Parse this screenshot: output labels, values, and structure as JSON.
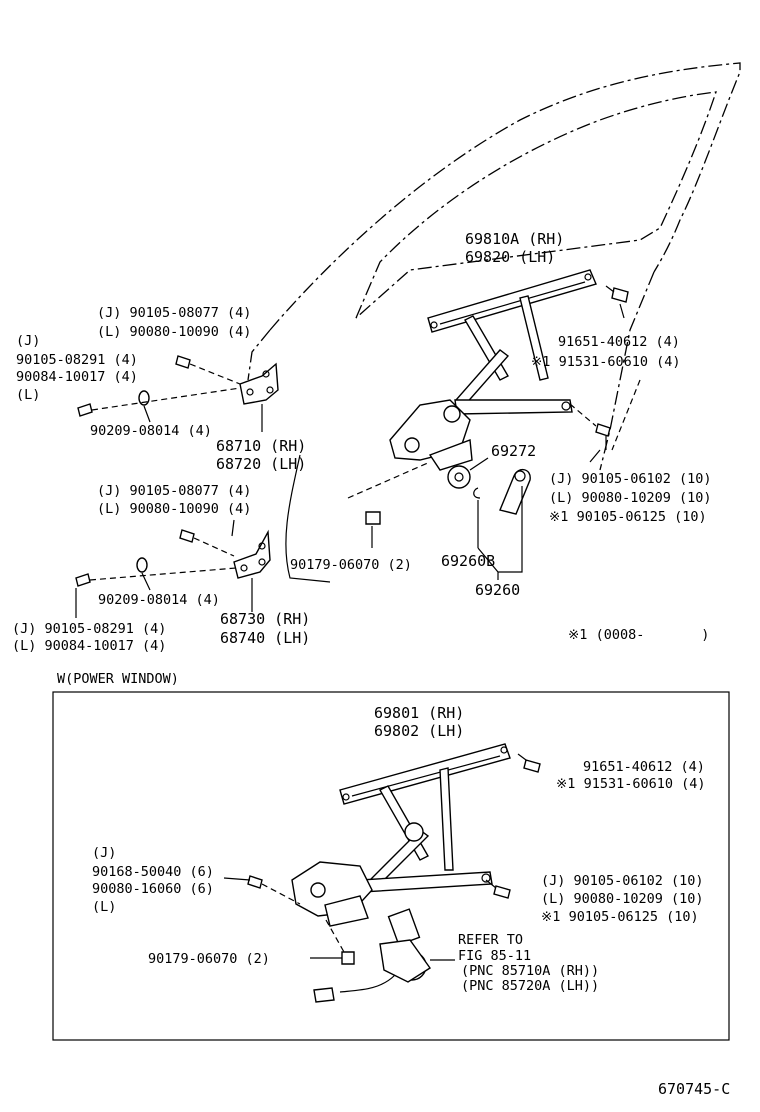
{
  "upper": {
    "regulator": {
      "l1": "69810A (RH)",
      "l2": "69820  (LH)"
    },
    "bolt_right_top": {
      "l1": "91651-40612 (4)",
      "l2": "※1 91531-60610 (4)"
    },
    "bolt_right_mid": {
      "l1": "(J) 90105-06102 (10)",
      "l2": "(L) 90080-10209 (10)",
      "l3": "※1 90105-06125 (10)"
    },
    "gear": "69272",
    "handle": {
      "a": "69260B",
      "b": "69260"
    },
    "upper_hinge_bolts": {
      "l1": "(J) 90105-08077 (4)",
      "l2": "(L) 90080-10090 (4)"
    },
    "left_bolts_upper": {
      "j": "(J)",
      "l1": "90105-08291 (4)",
      "l2": "90084-10017 (4)",
      "l": "(L)"
    },
    "washer_upper": "90209-08014 (4)",
    "hinge_upper": {
      "l1": "68710 (RH)",
      "l2": "68720 (LH)"
    },
    "lower_hinge_bolts": {
      "l1": "(J) 90105-08077 (4)",
      "l2": "(L) 90080-10090 (4)"
    },
    "nut_center": "90179-06070 (2)",
    "washer_lower": "90209-08014 (4)",
    "hinge_lower": {
      "l1": "68730 (RH)",
      "l2": "68740 (LH)"
    },
    "left_bolts_lower": {
      "l1": "(J) 90105-08291 (4)",
      "l2": "(L) 90084-10017 (4)"
    },
    "note": "※1 (0008-       )"
  },
  "power_window": {
    "title": "W(POWER WINDOW)",
    "regulator": {
      "l1": "69801 (RH)",
      "l2": "69802 (LH)"
    },
    "bolt_right_top": {
      "l1": "91651-40612 (4)",
      "l2": "※1 91531-60610 (4)"
    },
    "bolt_left": {
      "j": "(J)",
      "l1": "90168-50040 (6)",
      "l2": "90080-16060 (6)",
      "l": "(L)"
    },
    "bolt_right_mid": {
      "l1": "(J) 90105-06102 (10)",
      "l2": "(L) 90080-10209 (10)",
      "l3": "※1 90105-06125 (10)"
    },
    "nut": "90179-06070 (2)",
    "refer": {
      "l1": "REFER TO",
      "l2": "FIG 85-11",
      "l3": "(PNC 85710A (RH))",
      "l4": "(PNC 85720A (LH))"
    }
  },
  "figure_id": "670745-C"
}
